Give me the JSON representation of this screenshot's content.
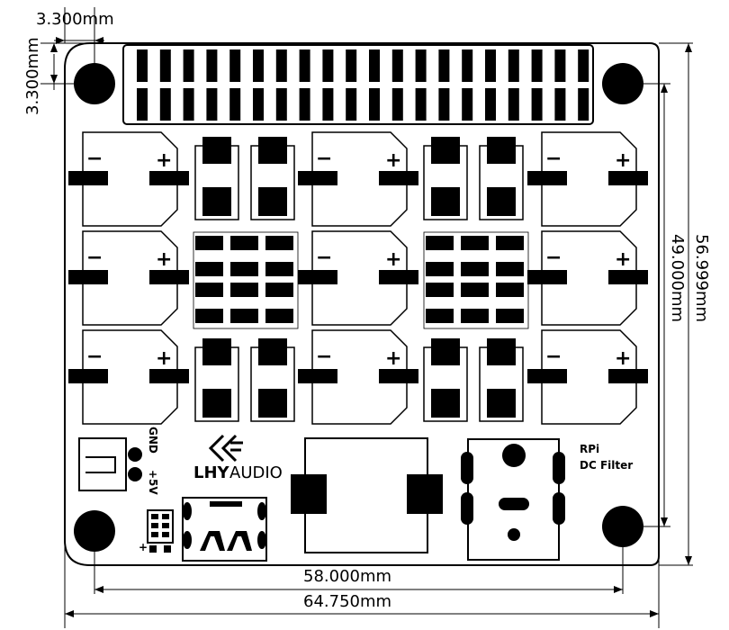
{
  "dimensions": {
    "hole_offset_x": "3.300mm",
    "hole_offset_y": "3.300mm",
    "board_height": "56.999mm",
    "hole_spacing_y": "49.000mm",
    "hole_spacing_x": "58.000mm",
    "board_width": "64.750mm"
  },
  "labels": {
    "gnd": "GND",
    "plus5v": "+5V",
    "brand_lhy": "LHY",
    "brand_audio": "AUDIO",
    "rpi": "RPi",
    "dc_filter": "DC  Filter",
    "minus": "−",
    "plus": "+",
    "small_plus": "+"
  }
}
